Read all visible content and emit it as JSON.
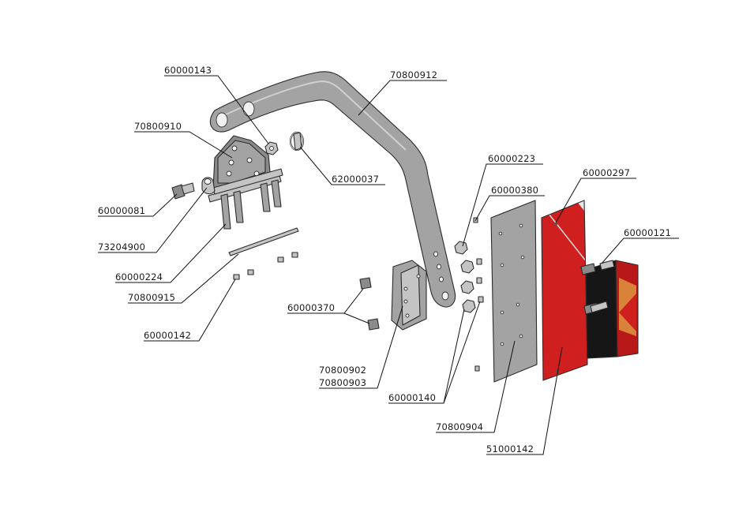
{
  "diagram": {
    "colors": {
      "steel": "#a3a3a3",
      "steel_dark": "#8a8a8a",
      "steel_light": "#c4c4c4",
      "reflector_red": "#cf1f1f",
      "reflector_white": "#e6e6e6",
      "lamp_black": "#161616",
      "lamp_orange": "#d9833a",
      "leader_line": "#111111"
    },
    "labels": {
      "p60000143": "60000143",
      "p70800912": "70800912",
      "p70800910": "70800910",
      "p62000037": "62000037",
      "p60000081": "60000081",
      "p73204900": "73204900",
      "p60000224": "60000224",
      "p70800915": "70800915",
      "p60000142": "60000142",
      "p60000223": "60000223",
      "p60000380": "60000380",
      "p60000297": "60000297",
      "p60000121": "60000121",
      "p60000370": "60000370",
      "p70800902": "70800902",
      "p70800903": "70800903",
      "p60000140": "60000140",
      "p70800904": "70800904",
      "p51000142": "51000142"
    }
  }
}
